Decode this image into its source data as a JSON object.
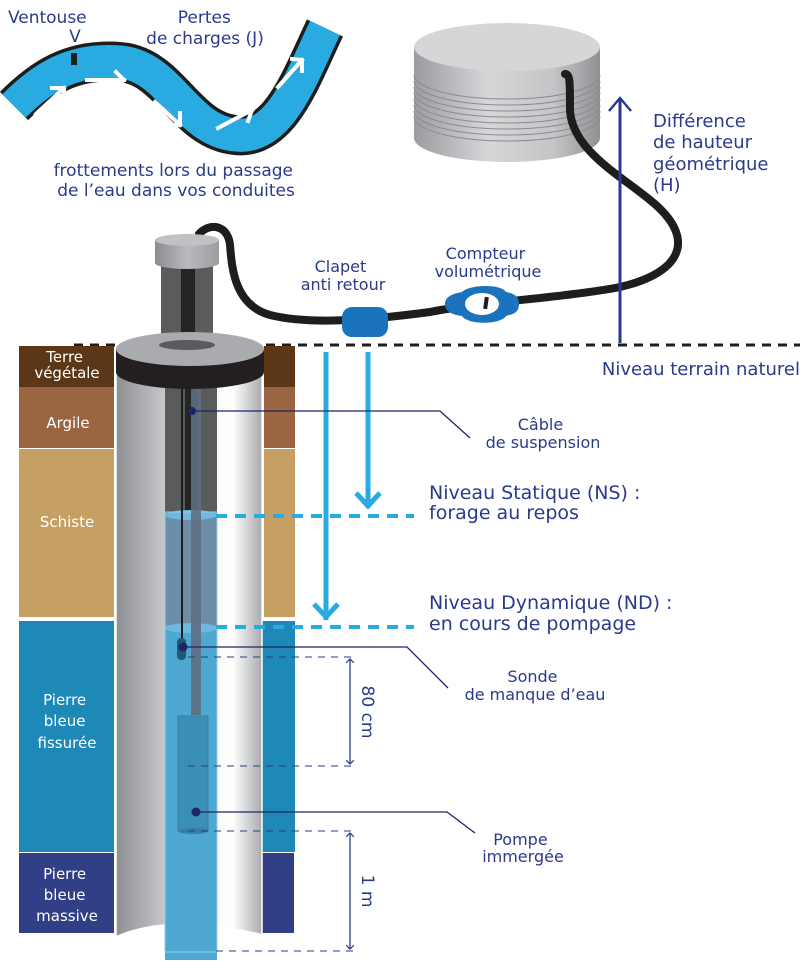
{
  "title": "Schéma d'installation d'une pompe immergée dans un forage",
  "colors": {
    "label_blue": "#2a3a8c",
    "water_blue": "#29abe2",
    "device_blue": "#1a73bc",
    "terre_vegetale": "#5c3717",
    "argile": "#9a6540",
    "schiste": "#c6a062",
    "pierre_bleue_fissuree": "#1e88b6",
    "pierre_bleue_massive": "#313f86"
  },
  "pipe_inset": {
    "ventouse": [
      "Ventouse",
      "V"
    ],
    "pertes": [
      "Pertes",
      "de charges (J)"
    ],
    "caption": [
      "frottements lors du passage",
      "de l’eau dans vos conduites"
    ]
  },
  "tank": {
    "height_label": [
      "Différence",
      "de hauteur",
      "géométrique",
      "(H)"
    ]
  },
  "devices": {
    "clapet": [
      "Clapet",
      "anti retour"
    ],
    "compteur": [
      "Compteur",
      "volumétrique"
    ]
  },
  "ground_level": "Niveau terrain naturel",
  "strata": [
    {
      "name": [
        "Terre",
        "végétale"
      ]
    },
    {
      "name": [
        "Argile"
      ]
    },
    {
      "name": [
        "Schiste"
      ]
    },
    {
      "name": [
        "Pierre",
        "bleue",
        "fissurée"
      ]
    },
    {
      "name": [
        "Pierre",
        "bleue",
        "massive"
      ]
    }
  ],
  "callouts": {
    "cable": [
      "Câble",
      "de suspension"
    ],
    "sonde": [
      "Sonde",
      "de manque d’eau"
    ],
    "pompe": [
      "Pompe",
      "immergée"
    ]
  },
  "levels": {
    "statique": [
      "Niveau Statique (NS) :",
      "forage au repos"
    ],
    "dynamique": [
      "Niveau Dynamique (ND) :",
      "en cours de pompage"
    ]
  },
  "dimensions": {
    "sonde_to_pompe": "80 cm",
    "pompe_to_bottom": "1 m"
  }
}
